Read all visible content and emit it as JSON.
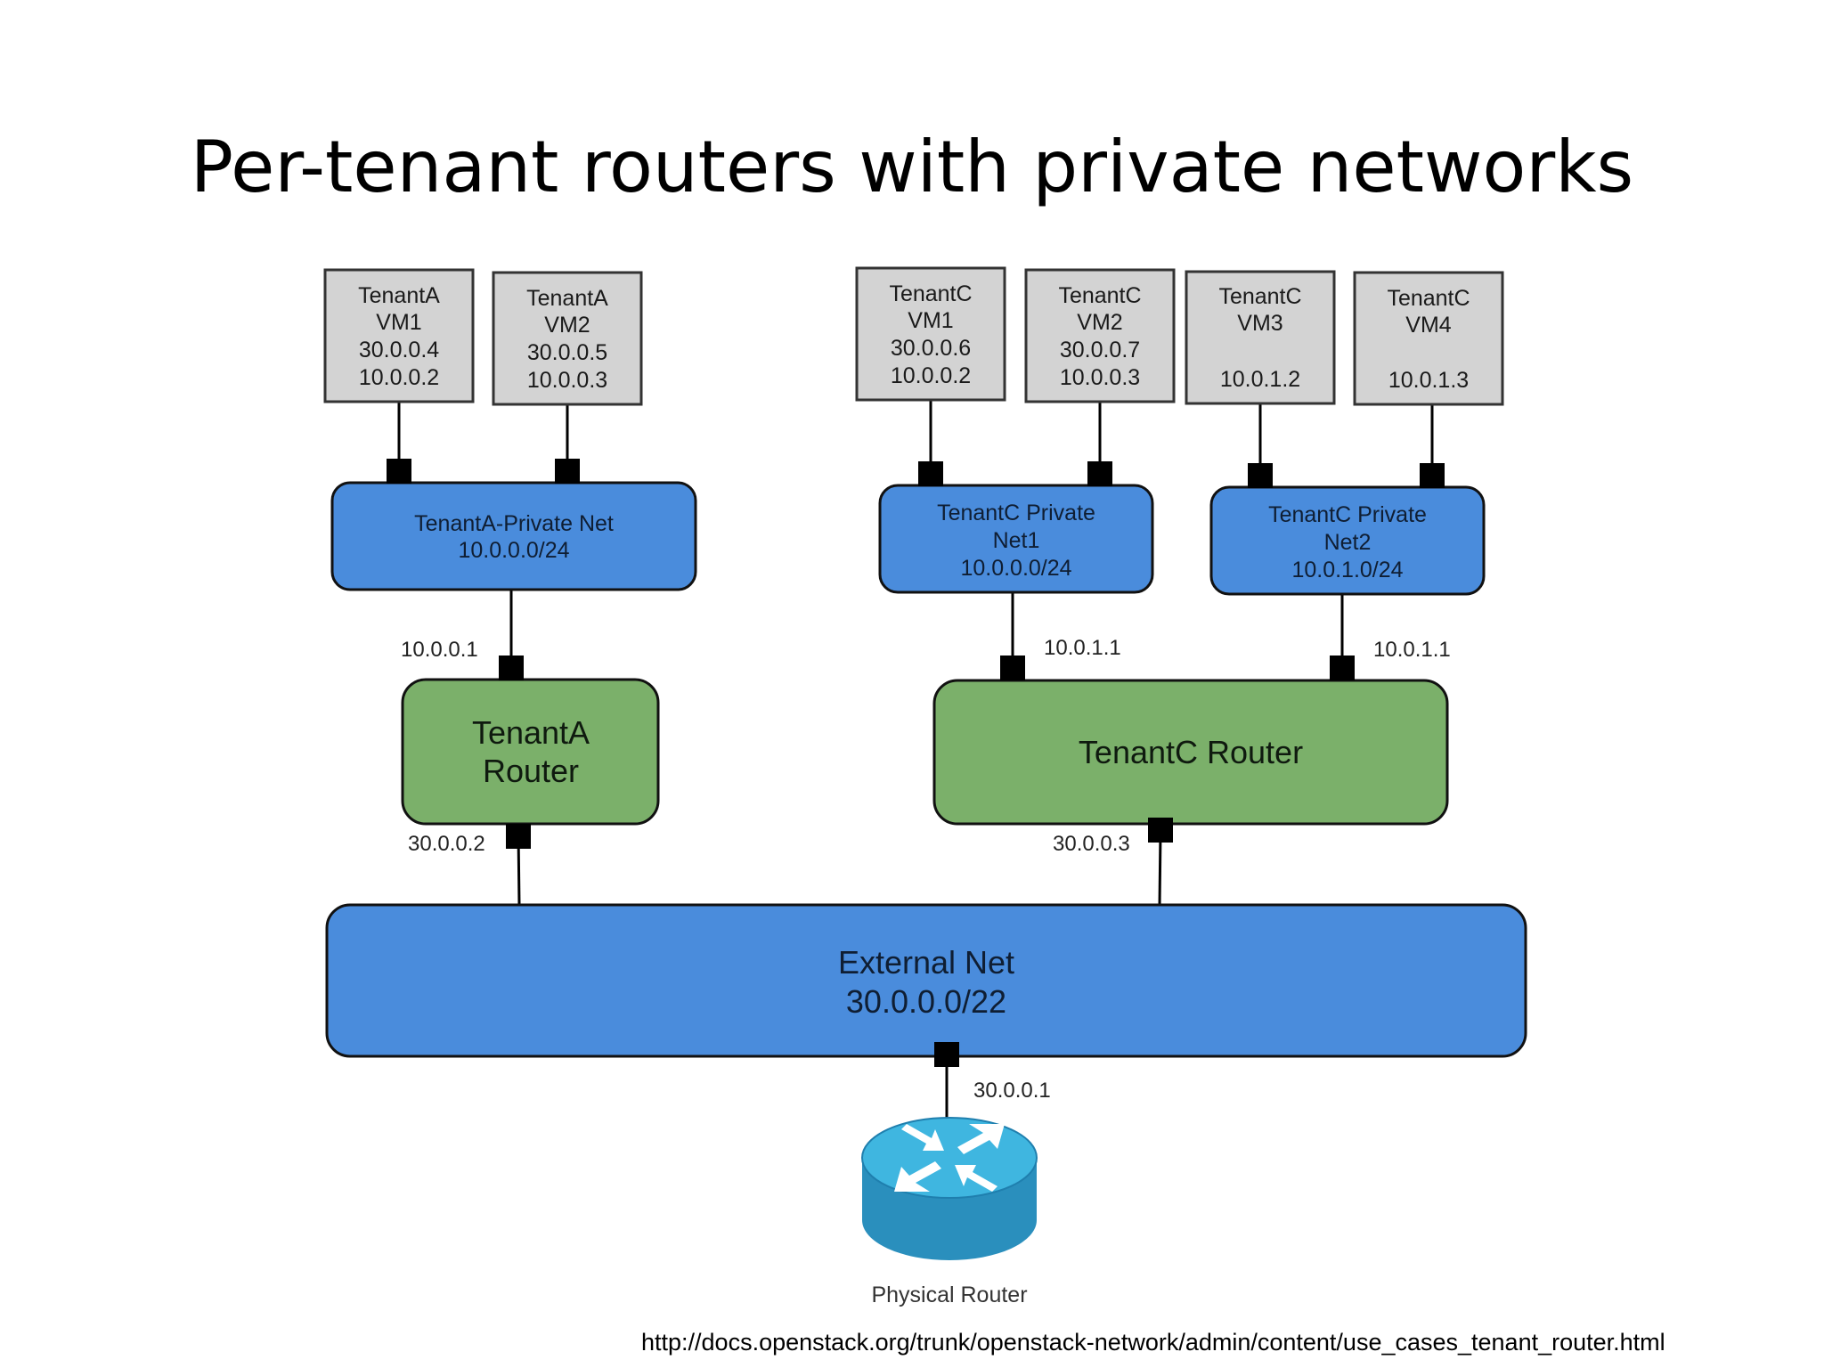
{
  "title": "Per-tenant routers with private networks",
  "source_url": "http://docs.openstack.org/trunk/openstack-network/admin/content/use_cases_tenant_router.html",
  "colors": {
    "vm_fill": "#d3d3d3",
    "net_fill": "#4a8cdc",
    "router_fill": "#7bb06a",
    "port": "#000000",
    "physical_router_top": "#3fb6e0",
    "physical_router_side": "#2a8fbd"
  },
  "vms": [
    {
      "id": "a-vm1",
      "lines": [
        "TenantA",
        "VM1",
        "30.0.0.4",
        "10.0.0.2"
      ]
    },
    {
      "id": "a-vm2",
      "lines": [
        "TenantA",
        "VM2",
        "30.0.0.5",
        "10.0.0.3"
      ]
    },
    {
      "id": "c-vm1",
      "lines": [
        "TenantC",
        "VM1",
        "30.0.0.6",
        "10.0.0.2"
      ]
    },
    {
      "id": "c-vm2",
      "lines": [
        "TenantC",
        "VM2",
        "30.0.0.7",
        "10.0.0.3"
      ]
    },
    {
      "id": "c-vm3",
      "lines": [
        "TenantC",
        "VM3",
        "",
        "10.0.1.2"
      ]
    },
    {
      "id": "c-vm4",
      "lines": [
        "TenantC",
        "VM4",
        "",
        "10.0.1.3"
      ]
    }
  ],
  "private_nets": [
    {
      "id": "a-net",
      "lines": [
        "TenantA-Private Net",
        "10.0.0.0/24"
      ]
    },
    {
      "id": "c-net1",
      "lines": [
        "TenantC Private",
        "Net1",
        "10.0.0.0/24"
      ]
    },
    {
      "id": "c-net2",
      "lines": [
        "TenantC Private",
        "Net2",
        "10.0.1.0/24"
      ]
    }
  ],
  "routers": [
    {
      "id": "a-router",
      "lines": [
        "TenantA",
        "Router"
      ]
    },
    {
      "id": "c-router",
      "lines": [
        "TenantC Router"
      ]
    }
  ],
  "external_net": {
    "lines": [
      "External Net",
      "30.0.0.0/22"
    ]
  },
  "port_labels": {
    "a_router_internal": "10.0.0.1",
    "c_router_net1": "10.0.1.1",
    "c_router_net2": "10.0.1.1",
    "a_router_external": "30.0.0.2",
    "c_router_external": "30.0.0.3",
    "physical_router": "30.0.0.1"
  },
  "physical_router": {
    "label": "Physical Router",
    "icon": "router-icon"
  }
}
